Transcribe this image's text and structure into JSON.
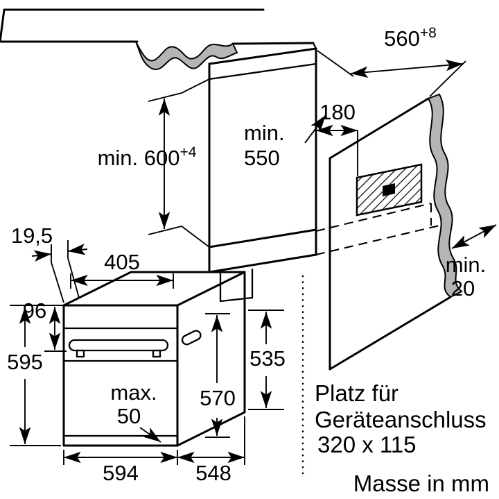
{
  "figure": {
    "kind": "built-in oven installation drawing",
    "footer": "Masse in mm"
  },
  "colors": {
    "line": "#000000",
    "shade": "#b5b5b5",
    "background": "#ffffff"
  },
  "dims": {
    "niche_width": {
      "value": "560",
      "sup": "+8"
    },
    "niche_height": {
      "value": "min. 600",
      "sup": "+4"
    },
    "niche_depth": {
      "l1": "min.",
      "l2": "550"
    },
    "conn_offset": "180",
    "rear_gap": {
      "l1": "min.",
      "l2": "20"
    },
    "front_gap": "19,5",
    "top_depth": "405",
    "panel_height": "96",
    "oven_height": "595",
    "door_max": {
      "l1": "max.",
      "l2": "50"
    },
    "inner_depth": "570",
    "rear_height": "535",
    "oven_width": "594",
    "oven_depth": "548"
  },
  "connection_note": {
    "l1": "Platz für",
    "l2": "Geräteanschluss",
    "l3": "320 x 115"
  }
}
